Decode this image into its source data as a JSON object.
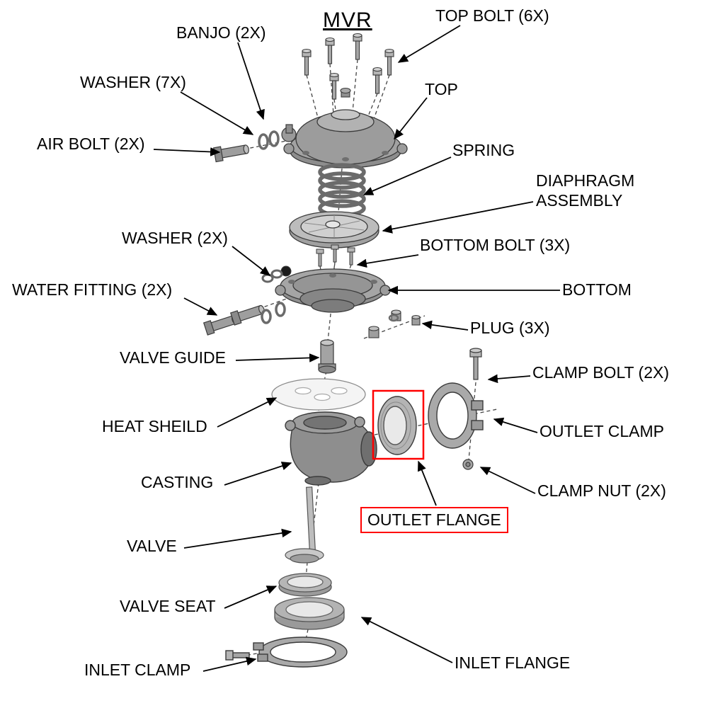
{
  "title": "MVR",
  "colors": {
    "highlight": "#ff0000",
    "line": "#000000",
    "background": "#ffffff"
  },
  "highlighted_part": "OUTLET FLANGE",
  "labels": [
    {
      "id": "top-bolt",
      "text": "TOP BOLT (6X)",
      "boxed": false
    },
    {
      "id": "banjo",
      "text": "BANJO (2X)",
      "boxed": false
    },
    {
      "id": "washer-7x",
      "text": "WASHER (7X)",
      "boxed": false
    },
    {
      "id": "air-bolt",
      "text": "AIR BOLT (2X)",
      "boxed": false
    },
    {
      "id": "top",
      "text": "TOP",
      "boxed": false
    },
    {
      "id": "spring",
      "text": "SPRING",
      "boxed": false
    },
    {
      "id": "diaphragm",
      "text": "DIAPHRAGM ASSEMBLY",
      "boxed": false
    },
    {
      "id": "washer-2x",
      "text": "WASHER (2X)",
      "boxed": false
    },
    {
      "id": "bottom-bolt",
      "text": "BOTTOM BOLT (3X)",
      "boxed": false
    },
    {
      "id": "water-fitting",
      "text": "WATER FITTING (2X)",
      "boxed": false
    },
    {
      "id": "bottom",
      "text": "BOTTOM",
      "boxed": false
    },
    {
      "id": "plug",
      "text": "PLUG (3X)",
      "boxed": false
    },
    {
      "id": "valve-guide",
      "text": "VALVE GUIDE",
      "boxed": false
    },
    {
      "id": "clamp-bolt",
      "text": "CLAMP BOLT (2X)",
      "boxed": false
    },
    {
      "id": "heat-shield",
      "text": "HEAT SHEILD",
      "boxed": false
    },
    {
      "id": "outlet-clamp",
      "text": "OUTLET CLAMP",
      "boxed": false
    },
    {
      "id": "casting",
      "text": "CASTING",
      "boxed": false
    },
    {
      "id": "clamp-nut",
      "text": "CLAMP NUT (2X)",
      "boxed": false
    },
    {
      "id": "outlet-flange",
      "text": "OUTLET FLANGE",
      "boxed": true
    },
    {
      "id": "valve",
      "text": "VALVE",
      "boxed": false
    },
    {
      "id": "valve-seat",
      "text": "VALVE SEAT",
      "boxed": false
    },
    {
      "id": "inlet-flange",
      "text": "INLET FLANGE",
      "boxed": false
    },
    {
      "id": "inlet-clamp",
      "text": "INLET CLAMP",
      "boxed": false
    }
  ]
}
